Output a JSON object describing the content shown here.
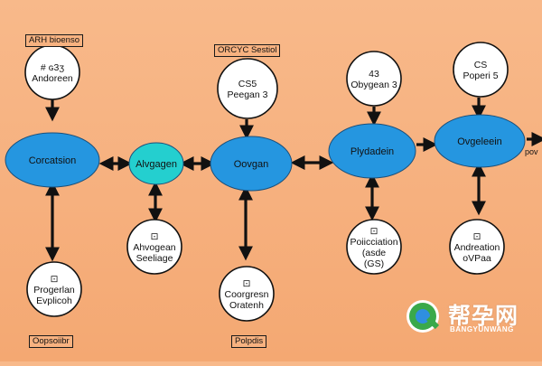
{
  "top_labels": [
    "ARH bioenso",
    "ORCYC Sestiol"
  ],
  "bottom_labels": [
    "Oopsoiibr",
    "Polpdis"
  ],
  "edge_label": "pov",
  "small_nodes": [
    {
      "id": "s1",
      "lines": [
        "# ԍ3ʒ",
        "Andoreen"
      ]
    },
    {
      "id": "s2",
      "lines": [
        "CS5",
        "Peegan 3"
      ]
    },
    {
      "id": "s3",
      "lines": [
        "43",
        "Obygean 3"
      ]
    },
    {
      "id": "s4",
      "lines": [
        "CS",
        "Poperi 5"
      ]
    },
    {
      "id": "s5",
      "lines": [
        "⊡",
        "Progerlan",
        "Evplicoh"
      ]
    },
    {
      "id": "s6",
      "lines": [
        "⊡",
        "Ahvogean",
        "Seeliage"
      ]
    },
    {
      "id": "s7",
      "lines": [
        "⊡",
        "Coorgresn",
        "Oratenh"
      ]
    },
    {
      "id": "s8",
      "lines": [
        "⊡",
        "Poiicciation",
        "(asde",
        "(GS)"
      ]
    },
    {
      "id": "s9",
      "lines": [
        "⊡",
        "Andreation",
        "oVPaa"
      ]
    }
  ],
  "main_nodes": [
    {
      "id": "m1",
      "label": "Corcatsion",
      "color": "#2596e0"
    },
    {
      "id": "m2",
      "label": "Alvgagen",
      "color": "#24cfcf"
    },
    {
      "id": "m3",
      "label": "Oovgan",
      "color": "#2596e0"
    },
    {
      "id": "m4",
      "label": "Plydadein",
      "color": "#2596e0"
    },
    {
      "id": "m5",
      "label": "Ovgeleein",
      "color": "#2596e0"
    }
  ],
  "logo": {
    "cn": "帮孕网",
    "en": "BANGYUNWANG"
  }
}
